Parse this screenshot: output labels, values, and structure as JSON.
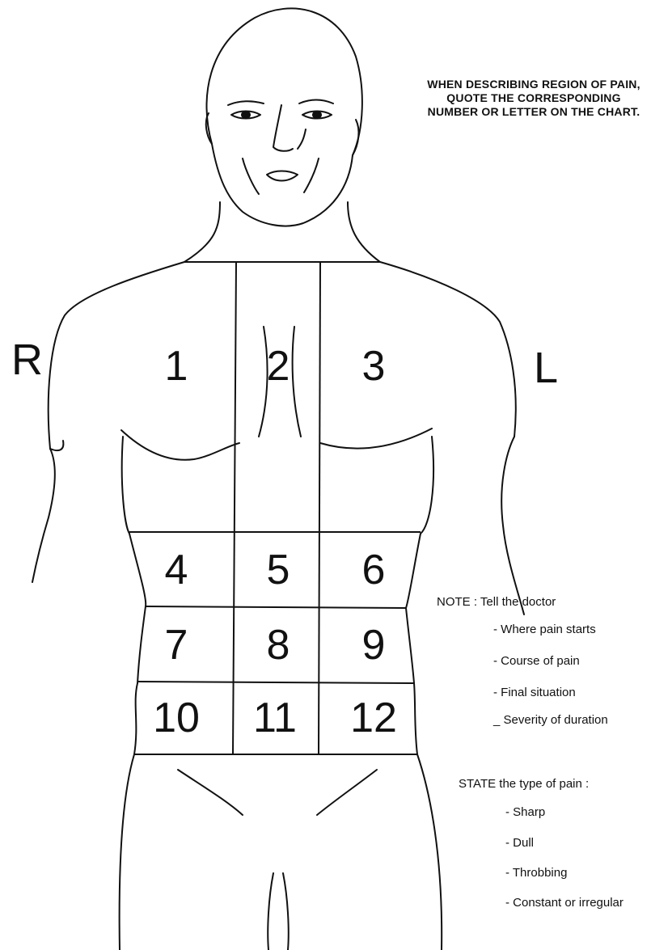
{
  "instruction": "WHEN DESCRIBING REGION OF PAIN, QUOTE THE CORRESPONDING NUMBER OR LETTER ON THE CHART.",
  "side_labels": {
    "right": "R",
    "left": "L"
  },
  "regions": [
    "1",
    "2",
    "3",
    "4",
    "5",
    "6",
    "7",
    "8",
    "9",
    "10",
    "11",
    "12"
  ],
  "note": {
    "heading": "NOTE  :  Tell the doctor",
    "items": [
      "- Where pain starts",
      "- Course of pain",
      "- Final situation",
      "_ Severity of duration"
    ]
  },
  "state": {
    "heading": "STATE  the type of pain  :",
    "items": [
      "- Sharp",
      "- Dull",
      "- Throbbing",
      "- Constant or irregular"
    ]
  }
}
